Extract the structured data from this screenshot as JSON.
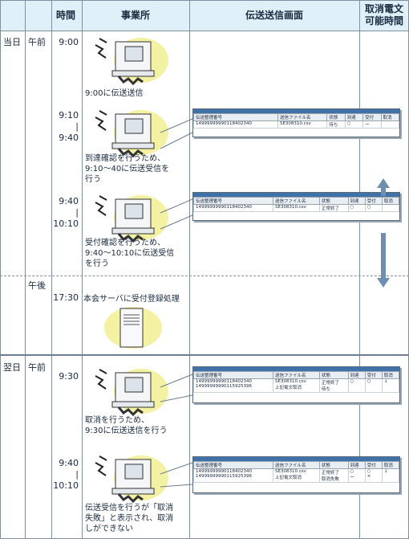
{
  "headers": {
    "time": "時間",
    "office": "事業所",
    "screen": "伝送送信画面",
    "cancel": "取消電文\n可能時間"
  },
  "days": {
    "day1": "当日",
    "day2": "翌日"
  },
  "periods": {
    "am1": "午前",
    "pm1": "午後",
    "am2": "午前"
  },
  "rows": [
    {
      "time": "9:00",
      "caption": "9:00に伝送送信"
    },
    {
      "time": "9:10\n|\n9:40",
      "caption": "到達確認を行うため、\n9:10～40に伝送受信を\n行う"
    },
    {
      "time": "9:40\n|\n10:10",
      "caption": "受付確認を行うため、\n9:40～10:10に伝送受信\nを行う"
    },
    {
      "time": "17:30",
      "caption": "本会サーバに受付登録処理"
    },
    {
      "time": "9:30",
      "caption": "取消を行うため、\n9:30に伝送送信を行う"
    },
    {
      "time": "9:40\n|\n10:10",
      "caption": "伝送受信を行うが「取消\n失敗」と表示され、取消\nしができない"
    }
  ],
  "panel_headers": [
    "伝送整理番号",
    "送信ファイル名",
    "状態",
    "到達",
    "受付",
    "取消"
  ],
  "panels": [
    {
      "rows": [
        [
          "1499999999011840234​0",
          "SE308310.csv",
          "待ち",
          "○",
          "ー",
          ""
        ]
      ]
    },
    {
      "rows": [
        [
          "14999999990118402340",
          "SE308310.csv",
          "正常終了",
          "○",
          "○",
          ""
        ]
      ]
    },
    {
      "rows": [
        [
          "14999999990118402340\n14999999990115925396",
          "SE308310.csv\n上記電文取消",
          "正常終了\n待ち",
          "○",
          "○",
          "↓"
        ]
      ]
    },
    {
      "rows": [
        [
          "14999999990118402340\n14999999990115925396",
          "SE308310.csv\n上記電文取消",
          "正常終了\n取消失敗",
          "○\nー",
          "○\n×",
          "↓"
        ]
      ]
    }
  ],
  "colors": {
    "header_bg": "#dff0f8",
    "highlight": "#f3f2a3",
    "arrow": "#6f8fb0",
    "grid": "#7f8f9f"
  }
}
